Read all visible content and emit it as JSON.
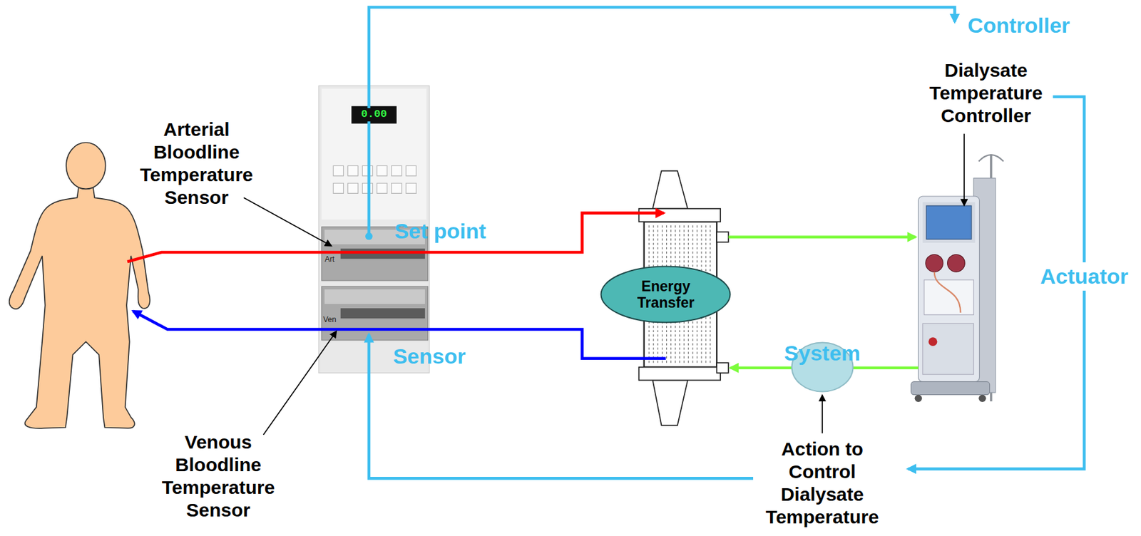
{
  "diagram": {
    "nodes": [
      {
        "text": [
          "Energy Transfer"
        ]
      },
      {
        "text": [
          "System"
        ]
      }
    ],
    "labels": [
      "Controller",
      "Dialysate Temperature Controller",
      "0.00",
      "Arterial Bloodline Temperature Sensor",
      "Set point",
      "Art",
      "Actuator",
      "Ven",
      "Sensor",
      "Venous Bloodline Temperature Sensor",
      "Action to Control Dialysate Temperature"
    ]
  }
}
